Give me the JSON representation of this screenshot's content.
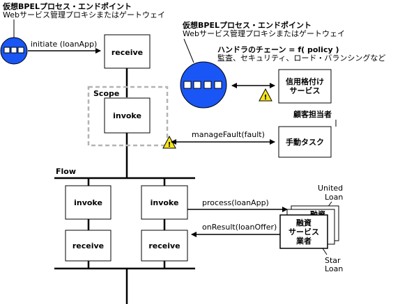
{
  "endpoint_left": {
    "title": "仮想BPELプロセス・エンドポイント",
    "subtitle": "Webサービス管理プロキシまたはゲートウェイ"
  },
  "endpoint_right": {
    "title": "仮想BPELプロセス・エンドポイント",
    "subtitle": "Webサービス管理プロキシまたはゲートウェイ",
    "handler_chain": "ハンドラのチェーン = f( policy )",
    "handler_examples": "監査、セキュリティ、ロード・バランシングなど"
  },
  "initiate_label": "initiate (loanApp)",
  "receive_top_label": "receive",
  "scope_label": "Scope",
  "invoke_scope_label": "invoke",
  "credit_service_line1": "信用格付け",
  "credit_service_line2": "サービス",
  "customer_rep_label": "顧客担当者",
  "manage_fault_label": "manageFault(fault)",
  "manual_task_label": "手動タスク",
  "flow_label": "Flow",
  "invoke_left_label": "invoke",
  "invoke_right_label": "invoke",
  "receive_left_label": "receive",
  "receive_right_label": "receive",
  "process_label": "process(loanApp)",
  "on_result_label": "onResult(loanOffer)",
  "united_loan_line1": "United",
  "united_loan_line2": "Loan",
  "star_loan_line1": "Star",
  "star_loan_line2": "Loan",
  "lender_back_label": "融資",
  "lender_line1": "融資",
  "lender_line2": "サービス",
  "lender_line3": "業者",
  "colors": {
    "endpoint_blue": "#1a56f5",
    "warning_yellow": "#f7e51b",
    "scope_dash": "#b3b3b3"
  }
}
